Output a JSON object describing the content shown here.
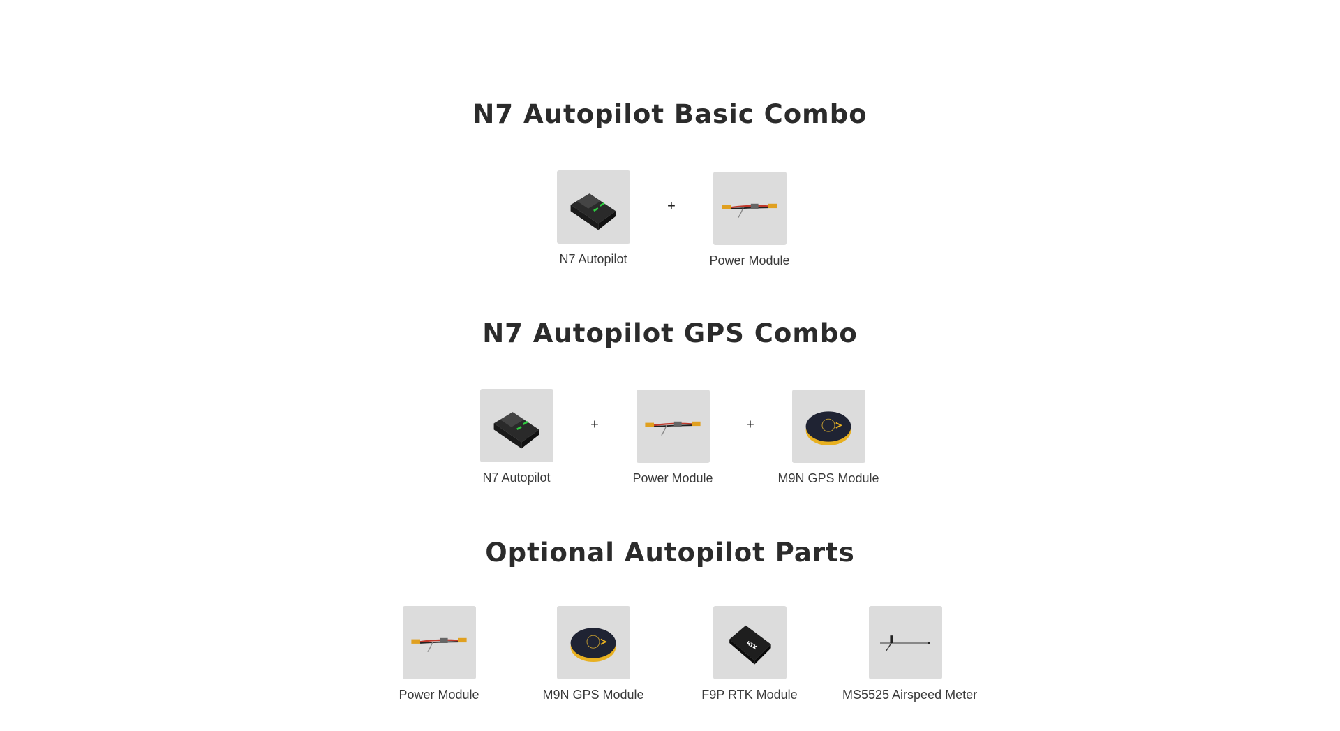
{
  "sections": [
    {
      "title": "N7 Autopilot Basic Combo",
      "items": [
        {
          "label": "N7 Autopilot",
          "icon": "autopilot-icon"
        },
        {
          "label": "Power Module",
          "icon": "power-module-icon"
        }
      ],
      "separator": "+"
    },
    {
      "title": "N7 Autopilot GPS Combo",
      "items": [
        {
          "label": "N7 Autopilot",
          "icon": "autopilot-icon"
        },
        {
          "label": "Power Module",
          "icon": "power-module-icon"
        },
        {
          "label": "M9N GPS Module",
          "icon": "gps-module-icon"
        }
      ],
      "separator": "+"
    },
    {
      "title": "Optional Autopilot Parts",
      "items": [
        {
          "label": "Power Module",
          "icon": "power-module-icon"
        },
        {
          "label": "M9N GPS Module",
          "icon": "gps-module-icon"
        },
        {
          "label": "F9P RTK Module",
          "icon": "rtk-module-icon"
        },
        {
          "label": "MS5525 Airspeed Meter",
          "icon": "airspeed-meter-icon"
        }
      ]
    }
  ]
}
